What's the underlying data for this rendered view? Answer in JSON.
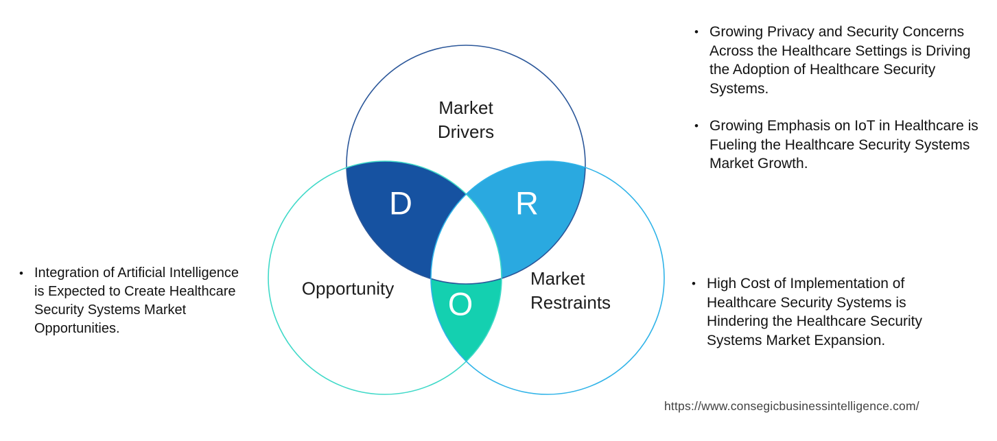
{
  "venn": {
    "drivers": {
      "label_line1": "Market",
      "label_line2": "Drivers",
      "letter": "D"
    },
    "opportunity": {
      "label": "Opportunity",
      "letter": "O"
    },
    "restraints": {
      "label_line1": "Market",
      "label_line2": "Restraints",
      "letter": "R"
    },
    "colors": {
      "drivers_fill": "#1652a1",
      "restraints_fill": "#2aa9e0",
      "opportunity_fill": "#14d0b0",
      "drivers_stroke": "#2a5699",
      "restraints_stroke": "#2fb3e8",
      "opportunity_stroke": "#3fd9c8",
      "center_fill": "#ffffff"
    }
  },
  "icons": {
    "bullet": "•"
  },
  "left_panel": {
    "bullets": [
      "Integration of Artificial Intelligence is Expected to Create Healthcare Security Systems Market Opportunities."
    ]
  },
  "right_top_panel": {
    "bullets": [
      "Growing Privacy and Security Concerns Across the Healthcare Settings is Driving the Adoption of Healthcare Security Systems.",
      "Growing Emphasis on IoT in Healthcare is Fueling the Healthcare Security Systems Market Growth."
    ]
  },
  "right_bottom_panel": {
    "bullets": [
      "High Cost of Implementation of Healthcare Security Systems is Hindering the Healthcare Security Systems Market Expansion."
    ]
  },
  "footer": {
    "url": "https://www.consegicbusinessintelligence.com/"
  }
}
